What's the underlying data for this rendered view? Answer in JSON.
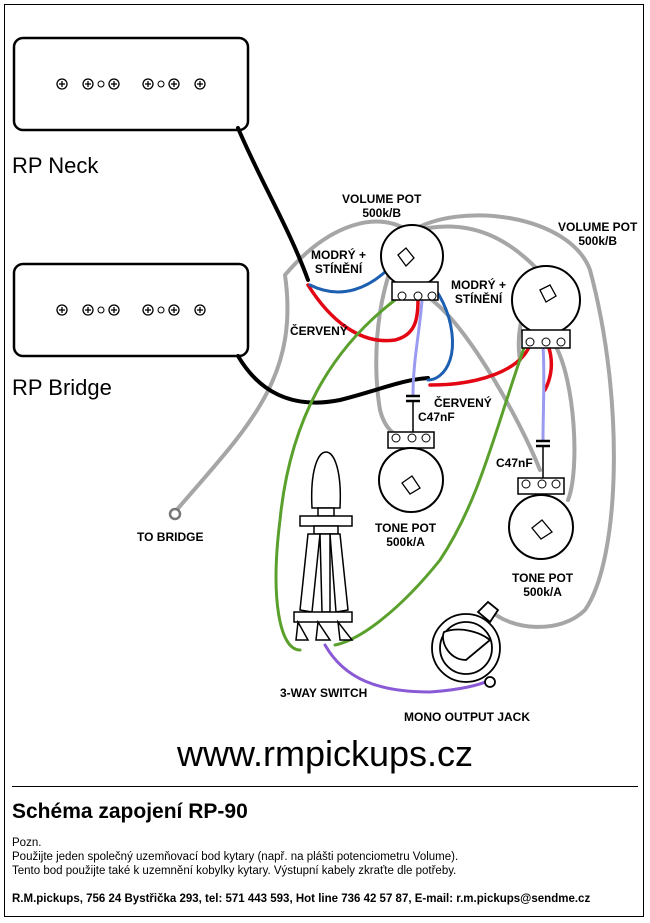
{
  "pickups": {
    "neck_label": "RP Neck",
    "bridge_label": "RP Bridge"
  },
  "labels": {
    "volume_neck_name": "VOLUME POT",
    "volume_neck_value": "500k/B",
    "volume_bridge_name": "VOLUME POT",
    "volume_bridge_value": "500k/B",
    "modry_1_line1": "MODRÝ +",
    "modry_1_line2": "STÍNĚNÍ",
    "modry_2_line1": "MODRÝ +",
    "modry_2_line2": "STÍNĚNÍ",
    "cerveny_1": "ČERVENÝ",
    "cerveny_2": "ČERVENÝ",
    "cap_1": "C47nF",
    "cap_2": "C47nF",
    "tone_neck_name": "TONE POT",
    "tone_neck_value": "500k/A",
    "tone_bridge_name": "TONE POT",
    "tone_bridge_value": "500k/A",
    "to_bridge": "TO BRIDGE",
    "switch": "3-WAY SWITCH",
    "jack": "MONO OUTPUT JACK"
  },
  "website": "www.rmpickups.cz",
  "title": "Schéma zapojení RP-90",
  "note": {
    "line1": "Pozn.",
    "line2": "Použijte jeden společný uzemňovací bod kytary (např. na plášti potenciometru Volume).",
    "line3": "Tento bod použijte také k uzemnění kobylky kytary. Výstupní kabely zkraťte dle potřeby."
  },
  "footer": "R.M.pickups, 756 24 Bystřička 293, tel: 571 443 593, Hot line 736 42 57 87, E-mail: r.m.pickups@sendme.cz",
  "colors": {
    "ground_wire": "#a6a6a6",
    "hot_red": "#e30613",
    "blue_shield": "#1d5fb0",
    "green": "#5aa02c",
    "purple": "#8a5ad6",
    "lavender": "#9a9af0"
  }
}
